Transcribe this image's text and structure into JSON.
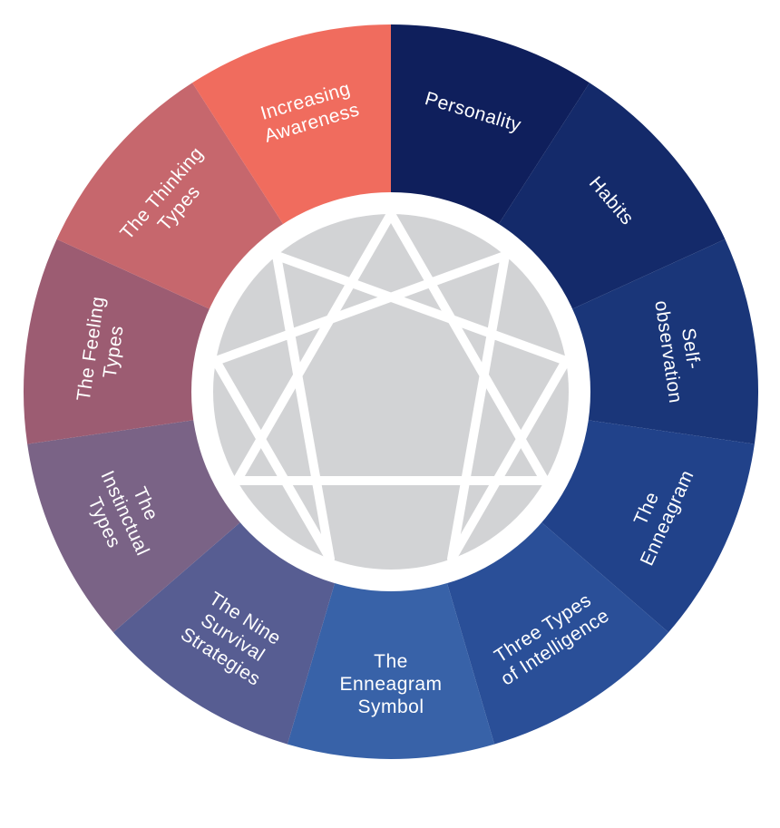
{
  "segments": [
    {
      "id": "personality",
      "lines": [
        "Personality"
      ],
      "color": "#0f1f5c"
    },
    {
      "id": "habits",
      "lines": [
        "Habits"
      ],
      "color": "#142a6a"
    },
    {
      "id": "self-observation",
      "lines": [
        "Self-",
        "observation"
      ],
      "color": "#1a3679"
    },
    {
      "id": "the-enneagram",
      "lines": [
        "The",
        "Enneagram"
      ],
      "color": "#21428a"
    },
    {
      "id": "three-types-of-intelligence",
      "lines": [
        "Three Types",
        "of Intelligence"
      ],
      "color": "#2a4f98"
    },
    {
      "id": "the-enneagram-symbol",
      "lines": [
        "The",
        "Enneagram",
        "Symbol"
      ],
      "color": "#3862a8"
    },
    {
      "id": "the-nine-survival-strategies",
      "lines": [
        "The Nine",
        "Survival",
        "Strategies"
      ],
      "color": "#575d92"
    },
    {
      "id": "the-instinctual-types",
      "lines": [
        "The",
        "Instinctual",
        "Types"
      ],
      "color": "#7a6386"
    },
    {
      "id": "the-feeling-types",
      "lines": [
        "The Feeling",
        "Types"
      ],
      "color": "#9c5c72"
    },
    {
      "id": "the-thinking-types",
      "lines": [
        "The Thinking",
        "Types"
      ],
      "color": "#c6676d"
    },
    {
      "id": "increasing-awareness",
      "lines": [
        "Increasing",
        "Awareness"
      ],
      "color": "#f06c5e"
    }
  ],
  "colors": {
    "inner_ring": "#ffffff",
    "symbol_fill": "#d2d3d5",
    "symbol_lines": "#ffffff"
  }
}
